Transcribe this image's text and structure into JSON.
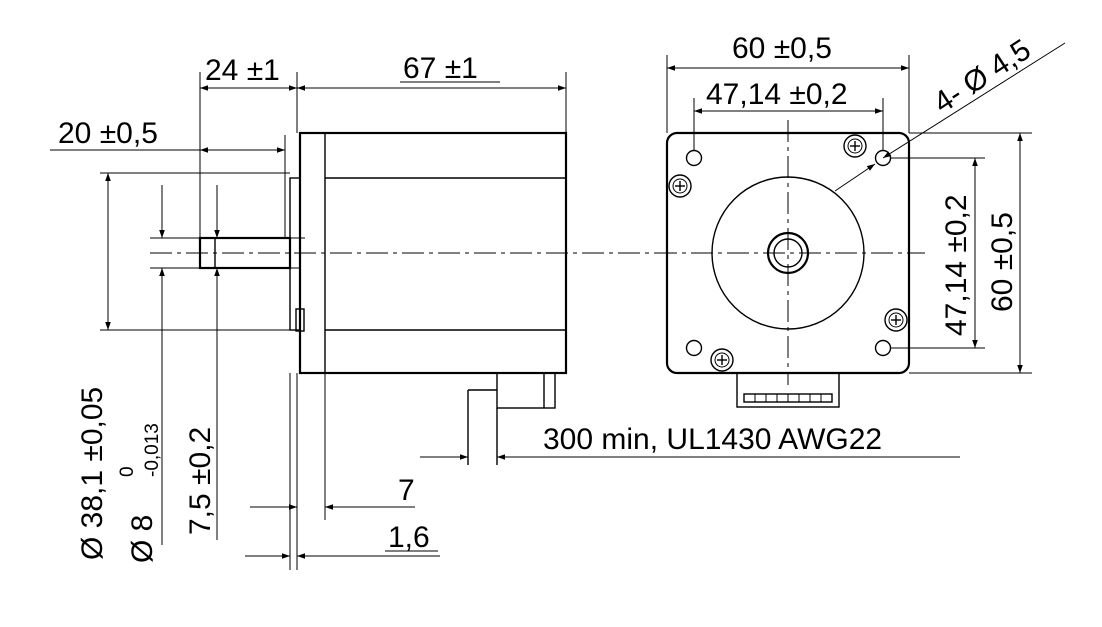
{
  "side_view": {
    "dim_body_length": "67 ±1",
    "dim_shaft_length": "24 ±1",
    "dim_flat_length": "20 ±0,5",
    "dim_pilot_diameter": "Ø 38,1 ±0,05",
    "dim_shaft_diameter_main": "Ø 8",
    "dim_shaft_tol_upper": "0",
    "dim_shaft_tol_lower": "-0,013",
    "dim_flat_depth": "7,5 ±0,2",
    "dim_flange_thickness": "7",
    "dim_pilot_height": "1,6",
    "cable_spec": "300 min, UL1430 AWG22"
  },
  "front_view": {
    "dim_width": "60 ±0,5",
    "dim_hole_spacing_h": "47,14 ±0,2",
    "dim_hole_spacing_v": "47,14 ±0,2",
    "dim_height": "60 ±0,5",
    "dim_holes": "4- Ø 4,5"
  }
}
